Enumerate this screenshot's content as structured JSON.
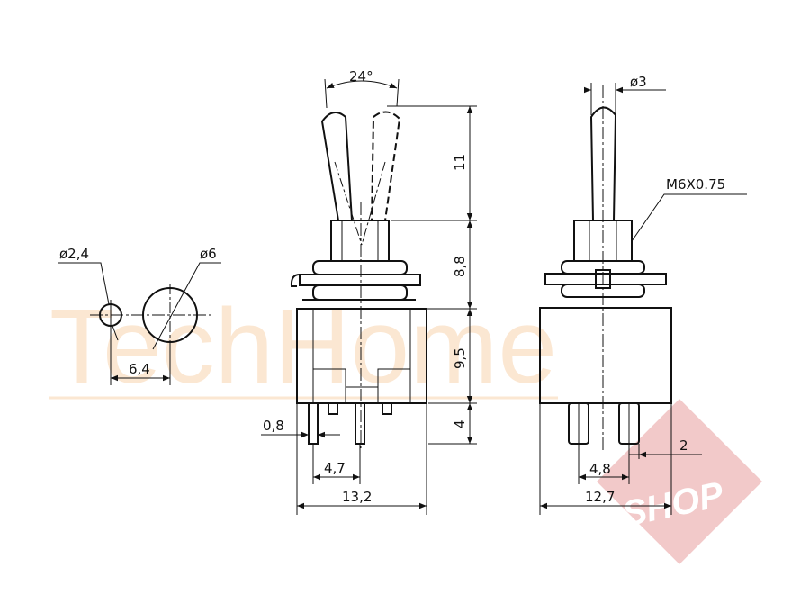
{
  "watermark": {
    "brand": "TechHome",
    "badge": "SHOP",
    "badge_color": "#f2c9c9",
    "brand_color": "#fbe7d2"
  },
  "dims": {
    "angle": "24°",
    "hole_small": "ø2,4",
    "hole_large": "ø6",
    "hole_pitch": "6,4",
    "lever_dia": "ø3",
    "thread": "M6X0.75",
    "h_lever": "11",
    "h_bushing": "8,8",
    "h_body": "9,5",
    "h_pins": "4",
    "pin_width": "0,8",
    "pin_pitch": "4,7",
    "body_width": "13,2",
    "side_pin_pitch": "4,8",
    "side_offset": "2",
    "side_width": "12,7"
  }
}
